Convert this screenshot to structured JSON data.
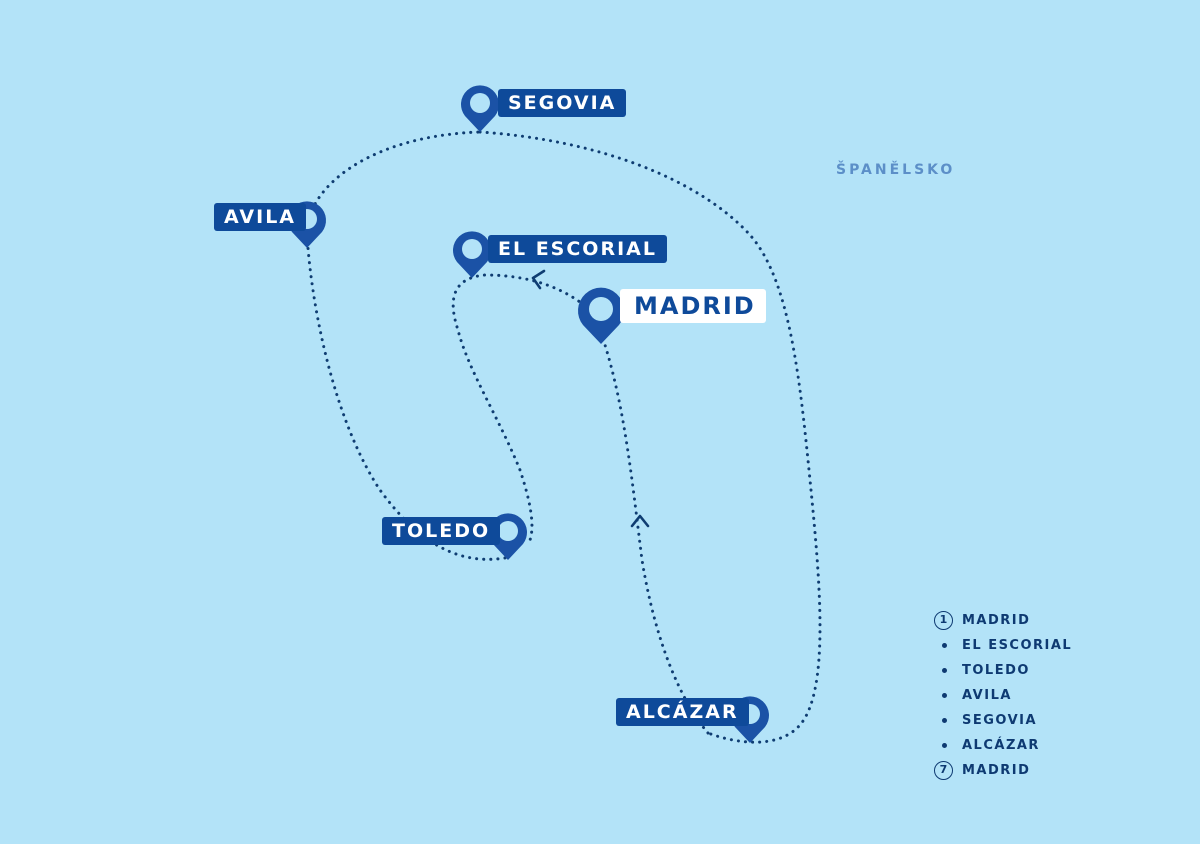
{
  "map": {
    "country_label": "ŠPANĚLSKO",
    "places": [
      {
        "id": "segovia",
        "label": "SEGOVIA"
      },
      {
        "id": "avila",
        "label": "AVILA"
      },
      {
        "id": "el-escorial",
        "label": "EL ESCORIAL"
      },
      {
        "id": "madrid",
        "label": "MADRID",
        "highlight": true
      },
      {
        "id": "toledo",
        "label": "TOLEDO"
      },
      {
        "id": "alcazar",
        "label": "ALCÁZAR"
      }
    ],
    "route_color": "#0f3d72",
    "pin_color": "#1b52a6",
    "label_bg": "#0e4a9a",
    "background": "#b3e3f8"
  },
  "legend": {
    "items": [
      {
        "marker": "1",
        "label": "MADRID"
      },
      {
        "marker": "dot",
        "label": "EL ESCORIAL"
      },
      {
        "marker": "dot",
        "label": "TOLEDO"
      },
      {
        "marker": "dot",
        "label": "AVILA"
      },
      {
        "marker": "dot",
        "label": "SEGOVIA"
      },
      {
        "marker": "dot",
        "label": "ALCÁZAR"
      },
      {
        "marker": "7",
        "label": "MADRID"
      }
    ]
  }
}
